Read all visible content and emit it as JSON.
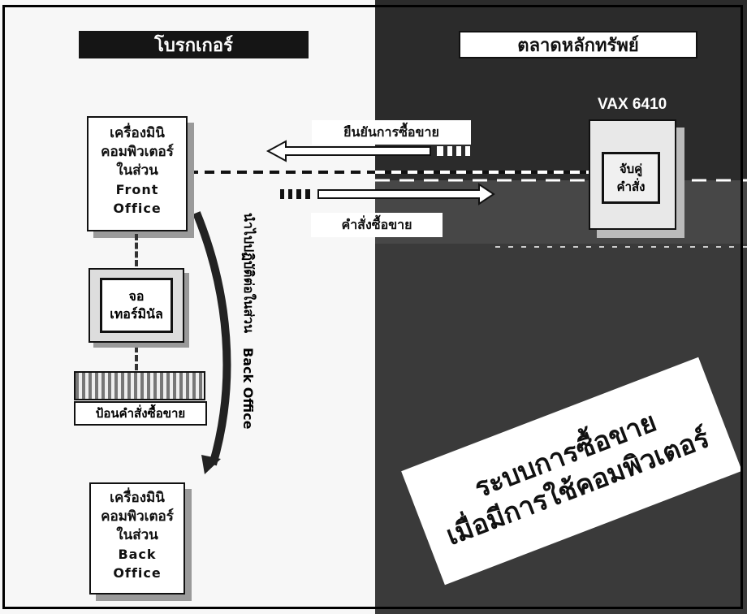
{
  "broker": {
    "title": "โบรกเกอร์"
  },
  "exchange": {
    "title": "ตลาดหลักทรัพย์"
  },
  "front_office": {
    "line1": "เครื่องมินิ",
    "line2": "คอมพิวเตอร์",
    "line3": "ในส่วน",
    "line4": "Front",
    "line5": "Office"
  },
  "terminal": {
    "line1": "จอ",
    "line2": "เทอร์มินัล"
  },
  "keyboard": {
    "label": "ป้อนคำสั่งซื้อขาย"
  },
  "back_office": {
    "line1": "เครื่องมินิ",
    "line2": "คอมพิวเตอร์",
    "line3": "ในส่วน",
    "line4": "Back",
    "line5": "Office"
  },
  "vertical_caption": {
    "thai": "นำไปปฏิบัติต่อในส่วน",
    "en": "Back Office"
  },
  "confirm": {
    "label": "ยืนยันการซื้อขาย"
  },
  "order": {
    "label": "คำสั่งซื้อขาย"
  },
  "vax": {
    "model": "VAX 6410",
    "line1": "จับคู่",
    "line2": "คำสั่ง"
  },
  "banner": {
    "line1": "ระบบการซื้อขาย",
    "line2": "เมื่อมีการใช้คอมพิวเตอร์"
  }
}
